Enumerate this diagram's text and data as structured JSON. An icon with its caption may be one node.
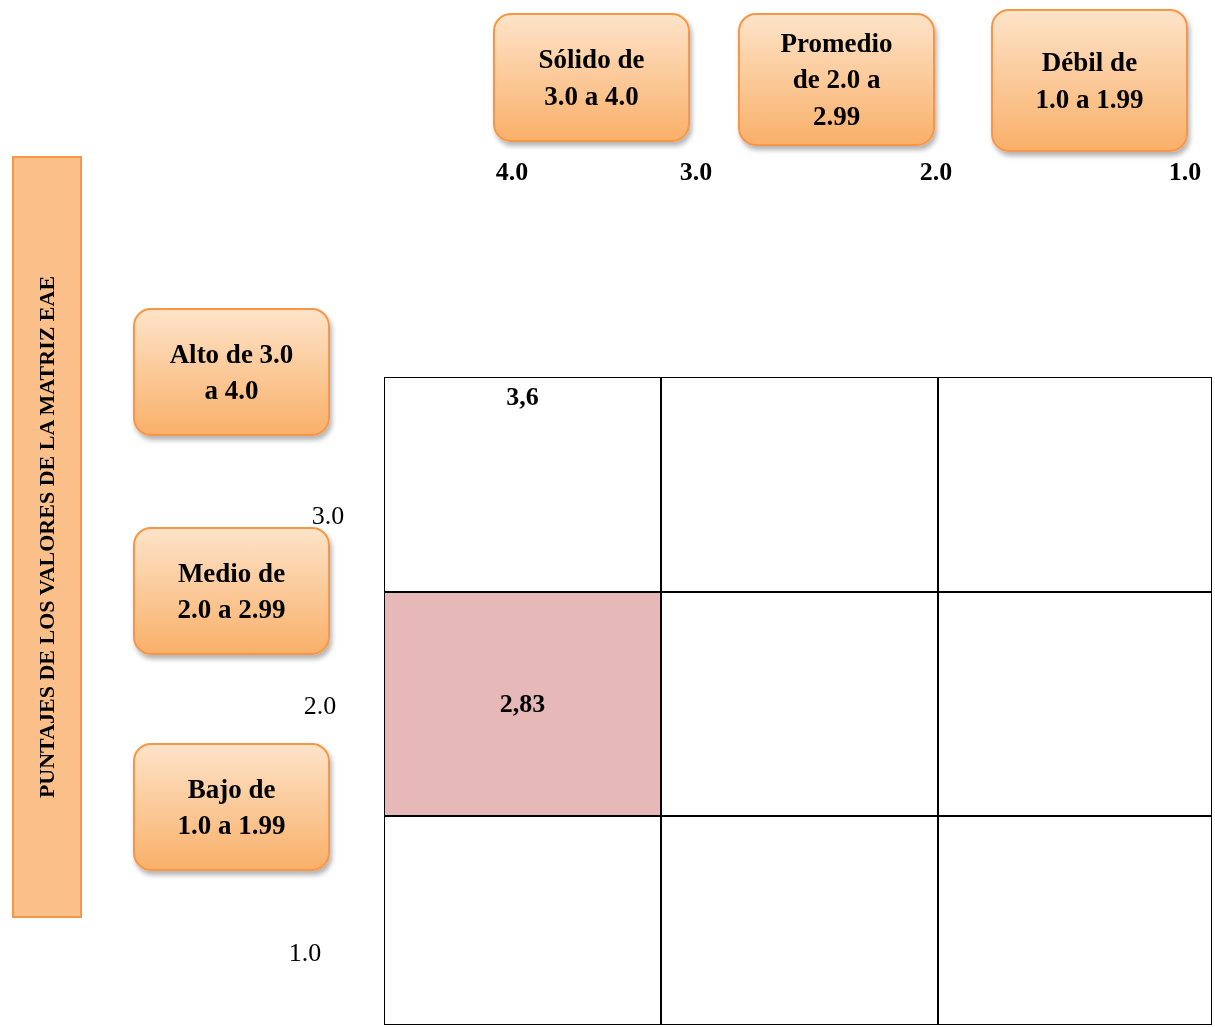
{
  "diagram": {
    "nodes": [
      {
        "text": [
          "Sólido de 3.0 a 4.0"
        ]
      },
      {
        "text": [
          "Promedio de 2.0 a 2.99"
        ]
      },
      {
        "text": [
          "Débil de 1.0 a 1.99"
        ]
      },
      {
        "text": [
          "PUNTAJES DE LOS VALORES DE LA MATRIZ EAE"
        ]
      },
      {
        "text": [
          "Alto de 3.0 a 4.0"
        ]
      },
      {
        "text": [
          "Medio de 2.0 a 2.99"
        ]
      },
      {
        "text": [
          "Bajo de 1.0 a 1.99"
        ]
      },
      {
        "text": [
          "3,6"
        ]
      },
      {
        "text": [],
        "shape": "box"
      },
      {
        "text": [],
        "shape": "box"
      },
      {
        "text": [
          "2,83"
        ]
      },
      {
        "text": [],
        "shape": "box"
      },
      {
        "text": [],
        "shape": "box"
      },
      {
        "text": [],
        "shape": "box"
      },
      {
        "text": [],
        "shape": "box"
      },
      {
        "text": [],
        "shape": "box"
      }
    ],
    "labels": [
      "4.0",
      "3.0",
      "2.0",
      "1.0",
      "3.0",
      "2.0",
      "1.0"
    ]
  }
}
